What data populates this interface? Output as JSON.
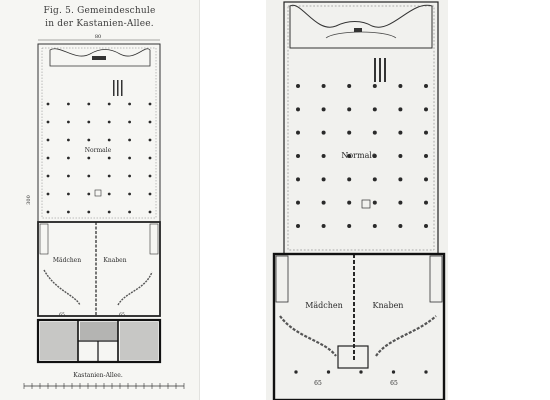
{
  "left_plan": {
    "title_line1": "Fig. 5.  Gemeindeschule",
    "title_line2": "in der Kastanien-Allee.",
    "width_dimension": "80",
    "side_dimension": "300",
    "room_label": "Normale",
    "girls_label": "Mädchen",
    "boys_label": "Knaben",
    "lower_dimension_left": "65",
    "lower_dimension_right": "65",
    "street_label": "Kastanien-Allee."
  },
  "right_plan": {
    "room_label": "Normale",
    "girls_label": "Mädchen",
    "boys_label": "Knaben",
    "lower_dimension_left": "65",
    "lower_dimension_right": "65"
  },
  "colors": {
    "ink": "#2a2a2a",
    "paper_left": "#f6f6f3",
    "paper_right": "#f1f1ee"
  }
}
